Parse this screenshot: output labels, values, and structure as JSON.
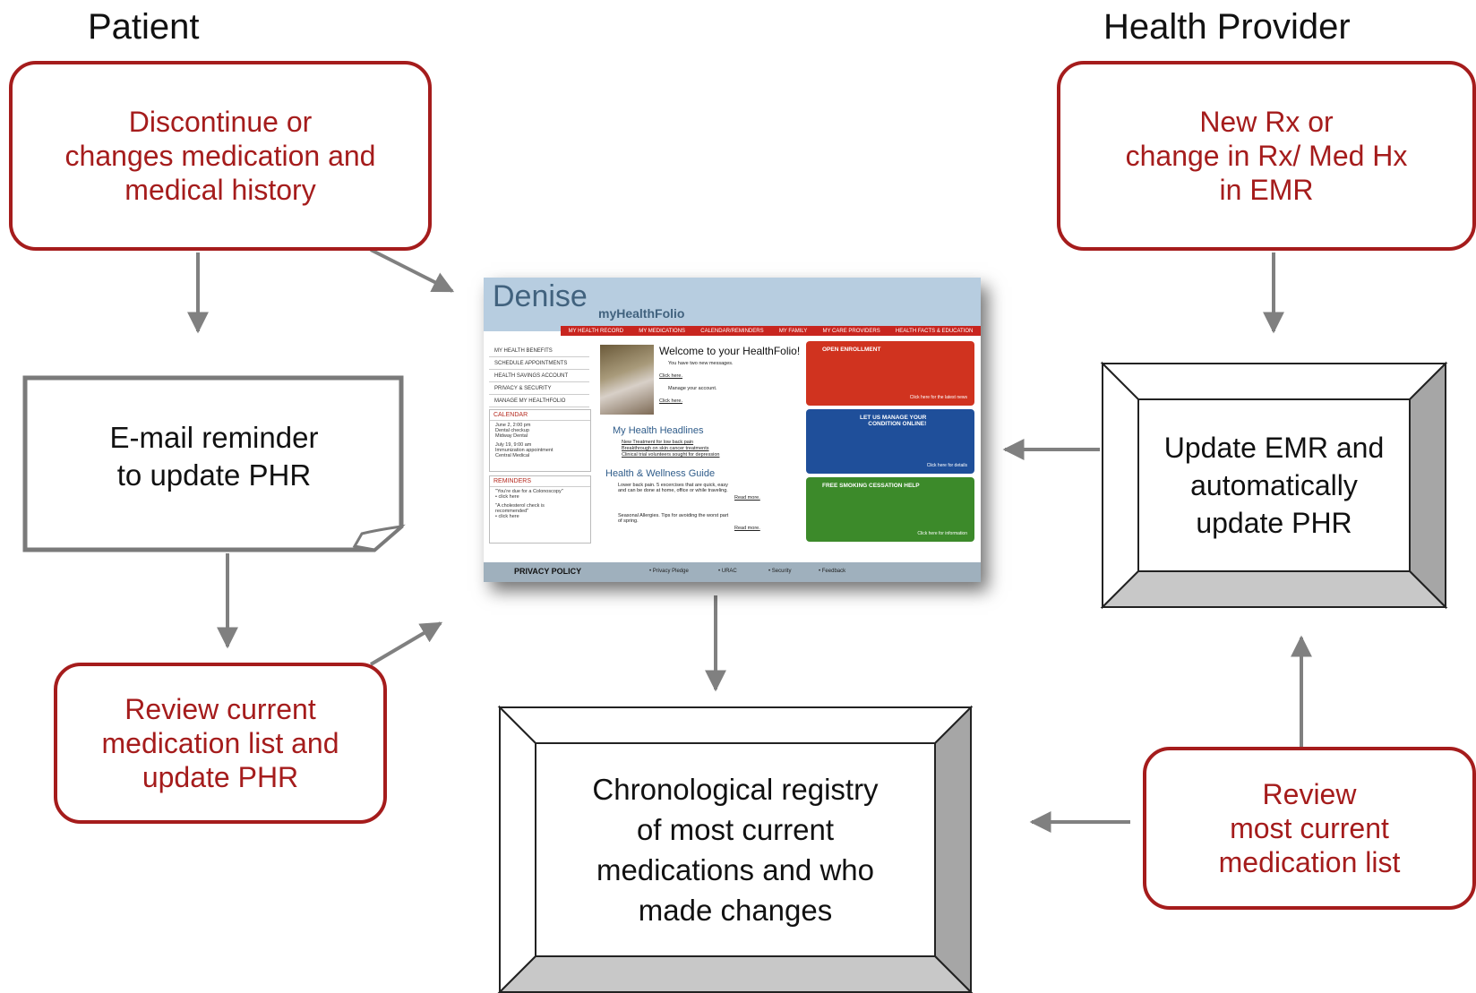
{
  "headings": {
    "patient": "Patient",
    "provider": "Health Provider"
  },
  "boxes": {
    "discontinue": "Discontinue or\nchanges medication and\nmedical history",
    "new_rx": "New Rx or\nchange in Rx/ Med Hx\nin EMR",
    "email_reminder": "E-mail reminder\nto update PHR",
    "review_current": "Review current\nmedication list and\nupdate PHR",
    "update_emr": "Update EMR and\nautomatically\nupdate PHR",
    "registry": "Chronological registry\nof most current\nmedications and who\nmade changes",
    "review_most": "Review\nmost current\nmedication list"
  },
  "screenshot": {
    "user_name": "Denise",
    "brand": "myHealthFolio",
    "nav": [
      "MY HEALTH RECORD",
      "MY MEDICATIONS",
      "CALENDAR/REMINDERS",
      "MY FAMILY",
      "MY CARE PROVIDERS",
      "HEALTH FACTS & EDUCATION"
    ],
    "left_menu": [
      "MY HEALTH BENEFITS",
      "SCHEDULE APPOINTMENTS",
      "HEALTH SAVINGS ACCOUNT",
      "PRIVACY & SECURITY",
      "MANAGE MY HEALTHFOLIO"
    ],
    "calendar_title": "CALENDAR",
    "calendar_items": [
      "June 2, 2:00 pm\nDental checkup\nMidway Dental",
      "July 19, 9:00 am\nImmunization appointment\nCentral Medical"
    ],
    "reminders_title": "REMINDERS",
    "reminder_items": [
      "\"You're due for a Colonoscopy\"\n• click here",
      "\"A cholesterol check is\nrecommended\"\n• click here"
    ],
    "welcome": "Welcome to your HealthFolio!",
    "messages": "You have two new messages.",
    "click_here": "Click here.",
    "manage_account": "Manage your account.",
    "headlines_title": "My Health Headlines",
    "headlines": [
      "New Treatment for low back pain",
      "Breakthrough on skin cancer treatments",
      "Clinical trial volunteers sought for depression"
    ],
    "guide_title": "Health & Wellness Guide",
    "guide_items": [
      "Lower back pain. 5 excercises that are quick, easy\nand can be done at home, office or while traveling.",
      "Seasonal Allergies. Tips for avoiding the worst part\nof spring."
    ],
    "read_more": "Read more.",
    "ads": [
      {
        "title": "OPEN ENROLLMENT",
        "link": "Click here for the latest news",
        "color": "#d0331f"
      },
      {
        "title": "LET US MANAGE YOUR\nCONDITION ONLINE!",
        "link": "Click here for details",
        "color": "#1f4f9a"
      },
      {
        "title": "FREE SMOKING CESSATION HELP",
        "link": "Click here for information",
        "color": "#3c8a2a"
      }
    ],
    "footer_privacy": "PRIVACY POLICY",
    "footer_links": [
      "• Privacy Pledge",
      "• URAC",
      "• Security",
      "• Feedback"
    ]
  },
  "colors": {
    "accent_red": "#a51c1c",
    "arrow_gray": "#808080",
    "frame_shade": "#a6a6a6"
  }
}
